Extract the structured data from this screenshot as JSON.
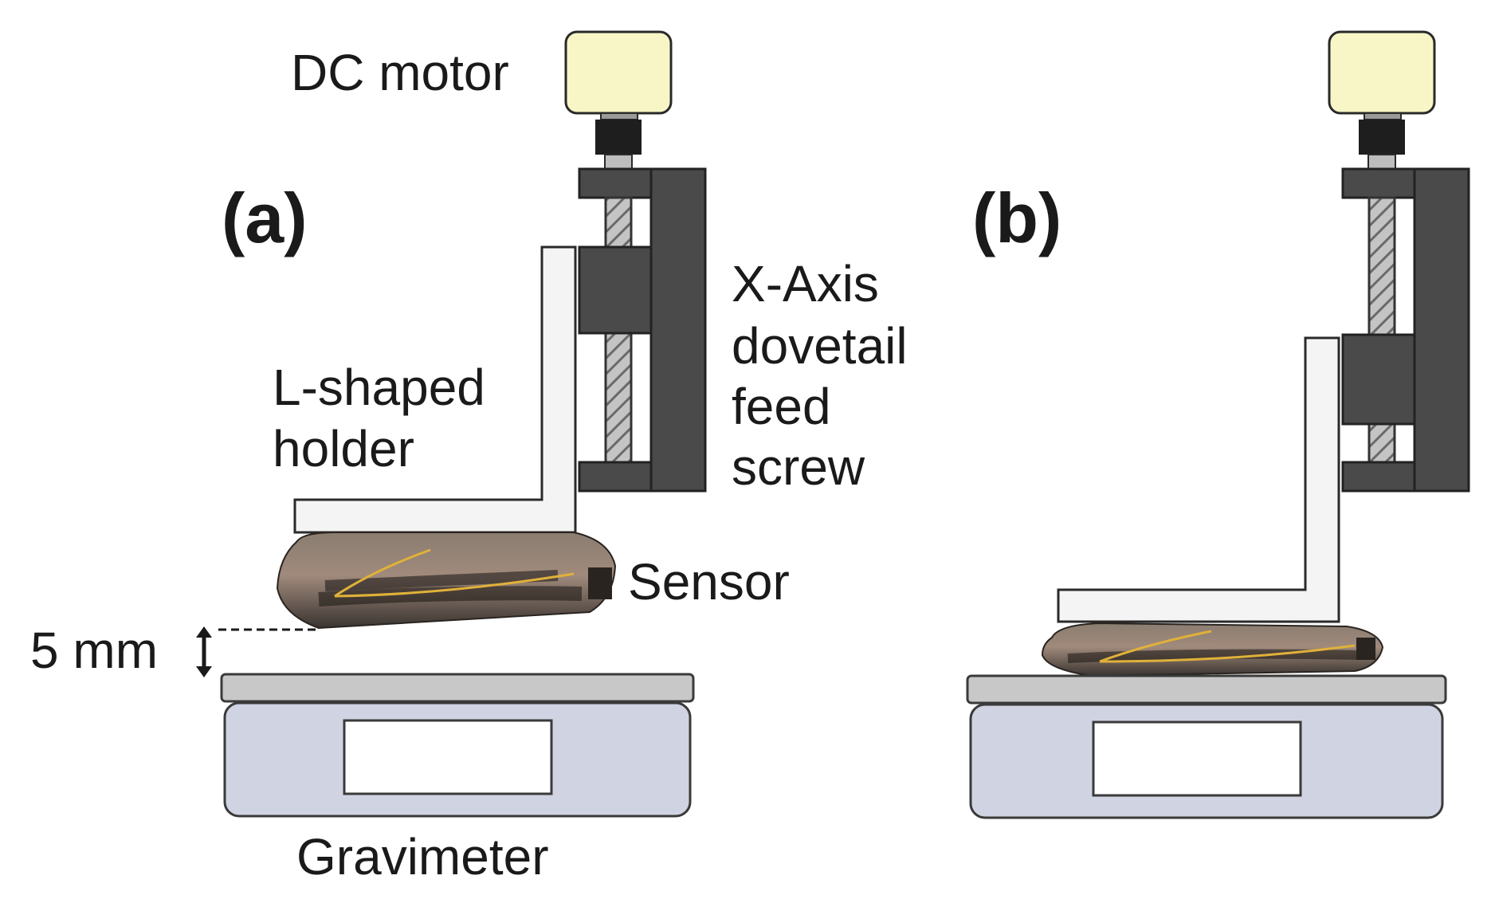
{
  "panels": {
    "a": {
      "label": "(a)"
    },
    "b": {
      "label": "(b)"
    }
  },
  "labels": {
    "dc_motor": "DC motor",
    "x_axis_1": "X-Axis",
    "x_axis_2": "dovetail",
    "x_axis_3": "feed",
    "x_axis_4": "screw",
    "holder_1": "L-shaped",
    "holder_2": "holder",
    "sensor": "Sensor",
    "gap": "5 mm",
    "gravimeter": "Gravimeter"
  },
  "colors": {
    "motor": "#f8f6c6",
    "stage_dark": "#4a4a4a",
    "screw": "#b9b9b9",
    "holder": "#f4f4f4",
    "scale_plate": "#c8c8c8",
    "scale_body": "#d0d4e2",
    "sensor": "#6e6257",
    "wire": "#e0b13a"
  }
}
